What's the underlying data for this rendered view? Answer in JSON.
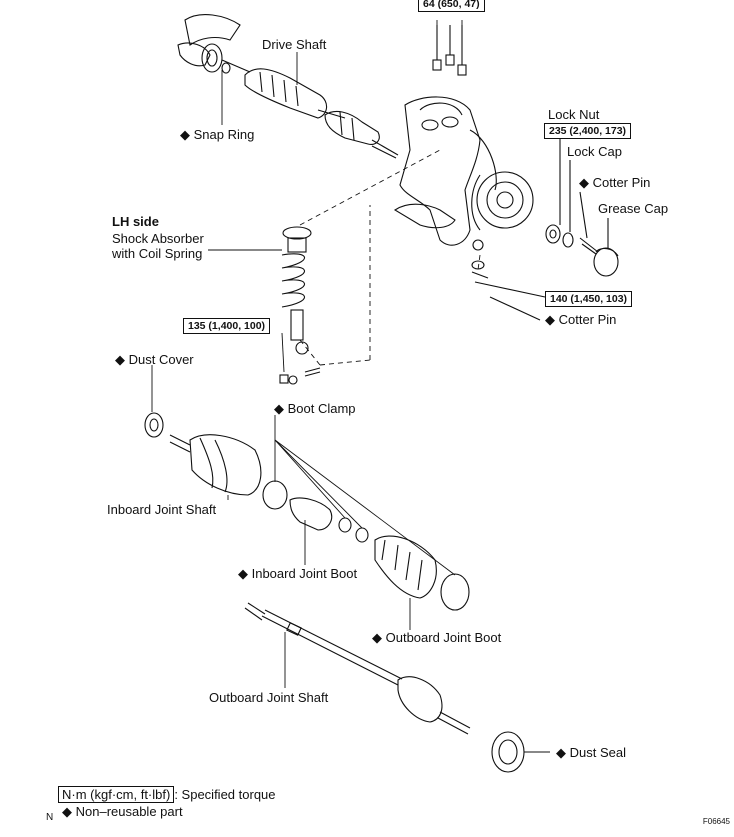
{
  "labels": {
    "drive_shaft": "Drive Shaft",
    "snap_ring": "◆ Snap Ring",
    "lock_nut": "Lock Nut",
    "lock_cap": "Lock Cap",
    "cotter_pin_top": "◆ Cotter Pin",
    "grease_cap": "Grease Cap",
    "lh_side": "LH side",
    "shock_absorber_line1": "Shock Absorber",
    "shock_absorber_line2": "with Coil Spring",
    "cotter_pin_bottom": "◆ Cotter Pin",
    "dust_cover": "◆ Dust Cover",
    "boot_clamp": "◆ Boot Clamp",
    "inboard_joint_shaft": "Inboard Joint Shaft",
    "inboard_joint_boot": "◆ Inboard Joint Boot",
    "outboard_joint_boot": "◆ Outboard Joint Boot",
    "outboard_joint_shaft": "Outboard Joint Shaft",
    "dust_seal": "◆ Dust Seal"
  },
  "torque": {
    "top": "64 (650, 47)",
    "lock_nut": "235 (2,400, 173)",
    "cotter": "140 (1,450, 103)",
    "shock": "135 (1,400, 100)"
  },
  "legend": {
    "unit_box": "N·m (kgf·cm, ft·lbf)",
    "unit_desc": ": Specified torque",
    "nonreusable": "◆ Non–reusable part",
    "n_mark": "N"
  },
  "figure_id": "F06645",
  "colors": {
    "ink": "#111111",
    "background": "#ffffff"
  }
}
